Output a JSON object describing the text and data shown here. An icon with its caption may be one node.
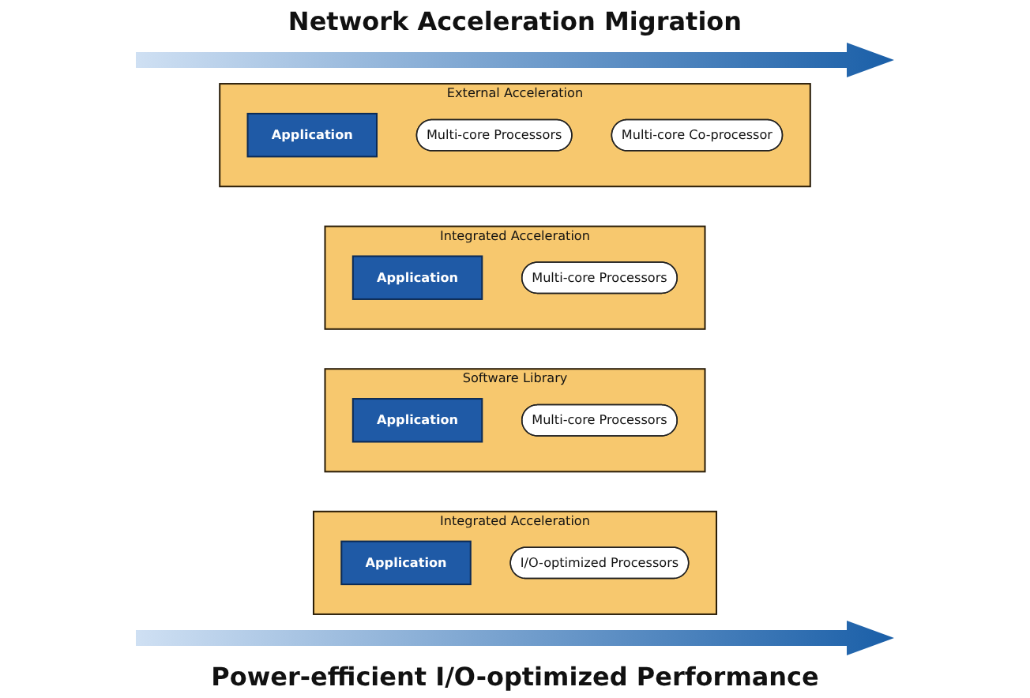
{
  "diagram": {
    "nodes": [
      {
        "text": [
          "Integrated Acceleration"
        ]
      },
      {
        "text": [
          "Application"
        ],
        "in": 0
      },
      {
        "text": [
          "I/O-optimized Processors"
        ],
        "in": 0
      },
      {
        "text": [
          "Software Library"
        ]
      },
      {
        "text": [
          "Application"
        ],
        "in": 3
      },
      {
        "text": [
          "Multi-core Processors"
        ],
        "in": 3
      },
      {
        "text": [
          "Integrated Acceleration"
        ]
      },
      {
        "text": [
          "Application"
        ],
        "in": 6
      },
      {
        "text": [
          "Multi-core Processors"
        ],
        "in": 6
      },
      {
        "text": [
          "External Acceleration"
        ]
      },
      {
        "text": [
          "Application"
        ],
        "in": 9
      },
      {
        "text": [
          "Multi-core Processors"
        ],
        "in": 9
      },
      {
        "text": [
          "Multi-core Co-processor"
        ],
        "in": 9
      }
    ],
    "edges": [],
    "labels": [
      "Network Acceleration Migration",
      "Power-efficient I/O-optimized Performance"
    ]
  }
}
